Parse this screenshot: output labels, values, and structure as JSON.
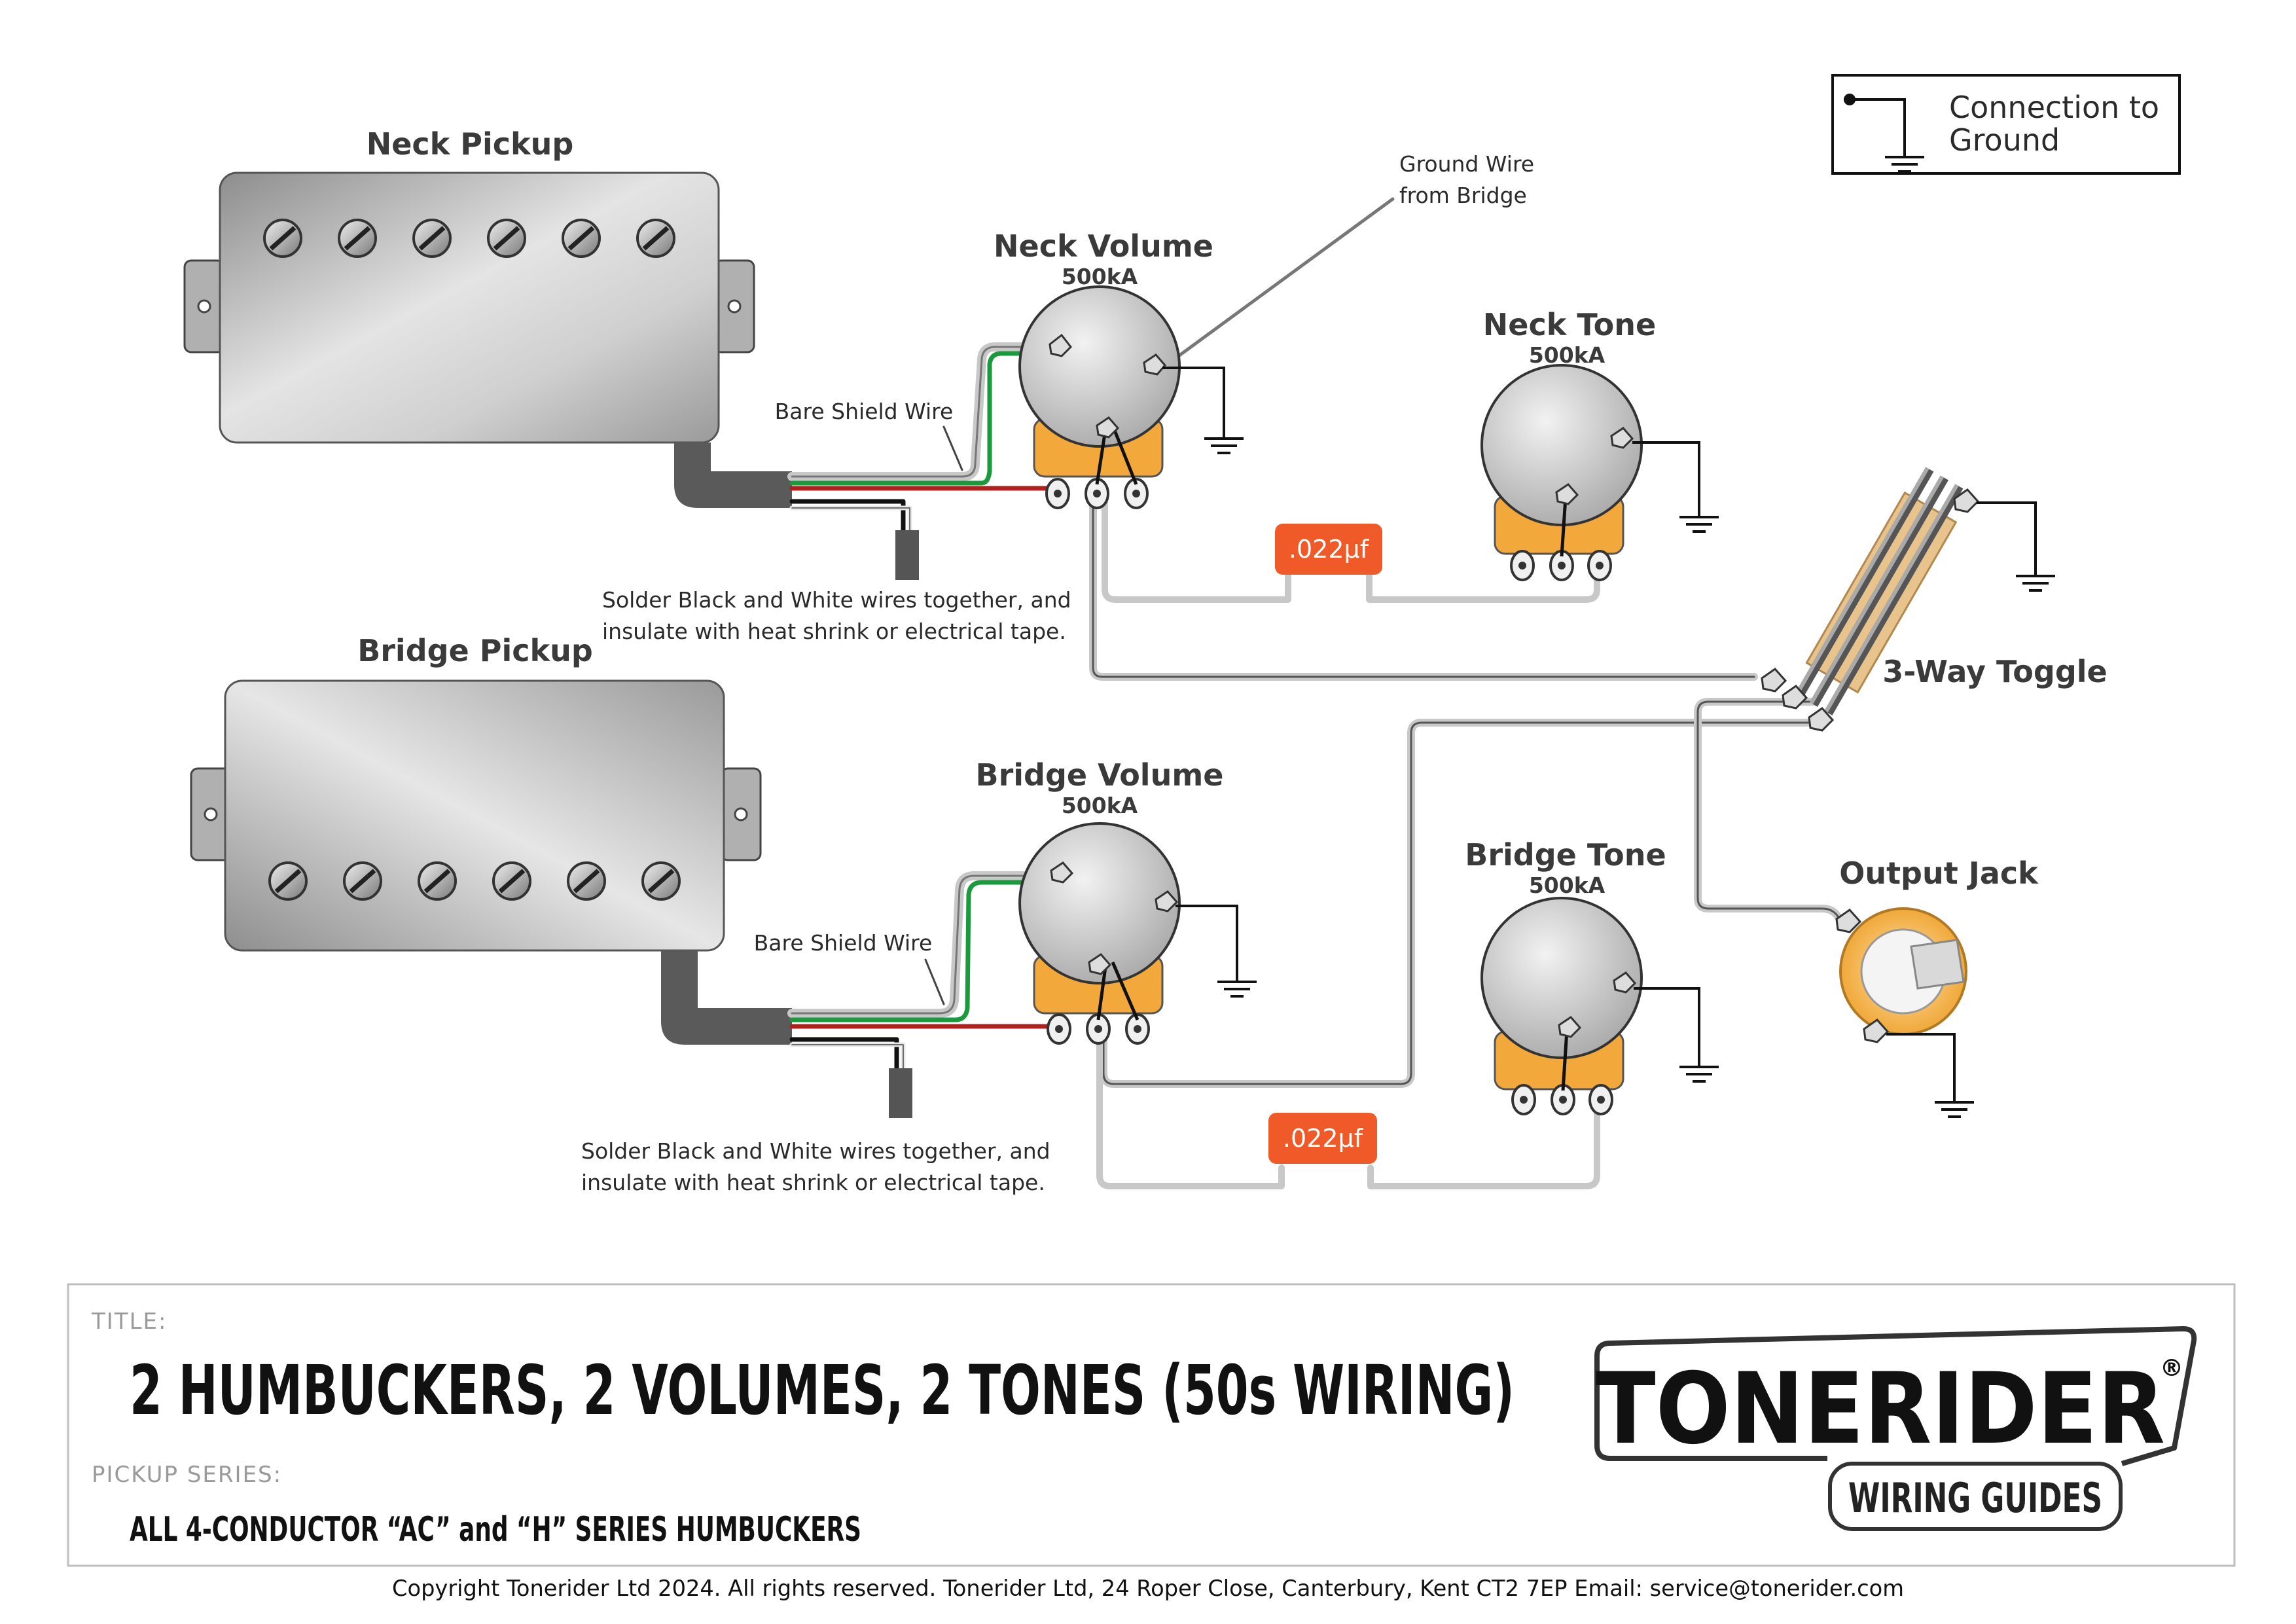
{
  "legend": {
    "text_line1": "Connection to",
    "text_line2": "Ground"
  },
  "neck_pickup": {
    "label": "Neck Pickup",
    "shield_label": "Bare Shield Wire",
    "note_line1": "Solder Black and White wires together, and",
    "note_line2": "insulate with heat shrink or electrical tape."
  },
  "bridge_pickup": {
    "label": "Bridge Pickup",
    "shield_label": "Bare Shield Wire",
    "note_line1": "Solder Black and White wires together, and",
    "note_line2": "insulate with heat shrink or electrical tape."
  },
  "neck_volume": {
    "label": "Neck Volume",
    "value": "500kA"
  },
  "neck_tone": {
    "label": "Neck Tone",
    "value": "500kA"
  },
  "bridge_volume": {
    "label": "Bridge Volume",
    "value": "500kA"
  },
  "bridge_tone": {
    "label": "Bridge Tone",
    "value": "500kA"
  },
  "ground_wire": {
    "line1": "Ground Wire",
    "line2": "from Bridge"
  },
  "capacitor_neck": {
    "value": ".022µf"
  },
  "capacitor_bridge": {
    "value": ".022µf"
  },
  "toggle": {
    "label": "3-Way Toggle"
  },
  "output_jack": {
    "label": "Output Jack"
  },
  "title_block": {
    "title_label": "TITLE:",
    "title": "2 HUMBUCKERS, 2 VOLUMES, 2 TONES (50s WIRING)",
    "series_label": "PICKUP SERIES:",
    "series": "ALL 4-CONDUCTOR “AC” and “H” SERIES HUMBUCKERS"
  },
  "brand": {
    "name": "TONERIDER",
    "registered": "®",
    "subtitle": "WIRING GUIDES"
  },
  "footer": {
    "copyright": "Copyright Tonerider Ltd 2024. All rights reserved. Tonerider Ltd, 24 Roper Close, Canterbury, Kent CT2 7EP Email: service@tonerider.com"
  },
  "colors": {
    "wire_green": "#1a9a3c",
    "wire_red": "#b0201e",
    "wire_black": "#111111",
    "wire_grey": "#c8c8c8",
    "capacitor": "#f05a28",
    "lug_orange": "#f2a83a",
    "ground": "#111111"
  }
}
